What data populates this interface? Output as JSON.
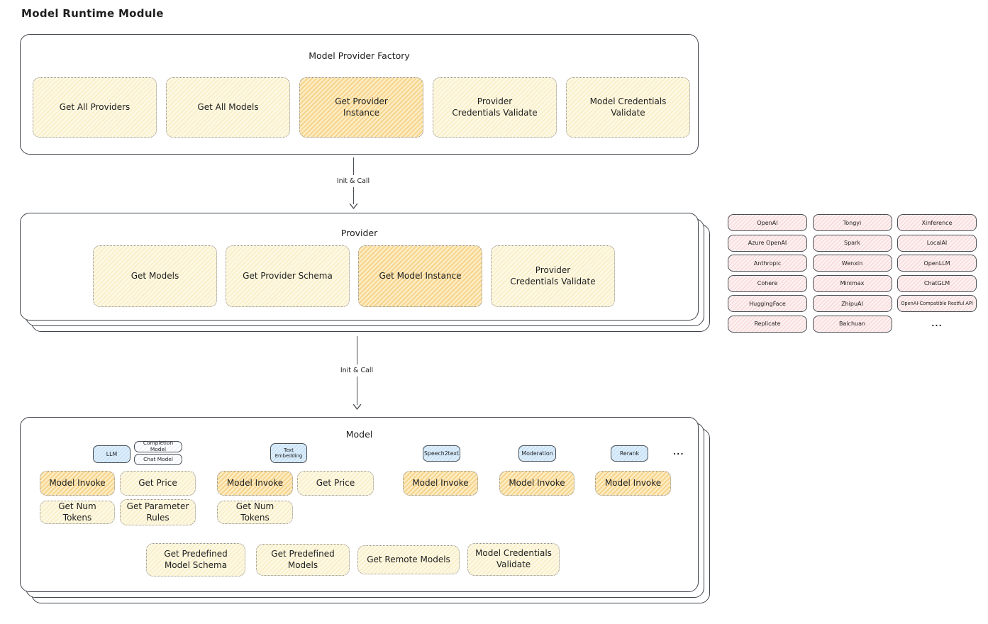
{
  "title": "Model Runtime Module",
  "flow": {
    "arrow1_label": "Init & Call",
    "arrow2_label": "Init & Call"
  },
  "factory": {
    "title": "Model Provider Factory",
    "buttons": [
      "Get All Providers",
      "Get All Models",
      "Get Provider Instance",
      "Provider Credentials Validate",
      "Model Credentials Validate"
    ],
    "highlighted_button": "Get Provider Instance"
  },
  "provider": {
    "title": "Provider",
    "buttons": [
      "Get Models",
      "Get Provider Schema",
      "Get Model Instance",
      "Provider Credentials Validate"
    ],
    "highlighted_button": "Get Model Instance"
  },
  "providers_panel": {
    "items": [
      "OpenAI",
      "Tongyi",
      "Xinference",
      "Azure OpenAI",
      "Spark",
      "LocalAI",
      "Anthropic",
      "Wenxin",
      "OpenLLM",
      "Cohere",
      "Minimax",
      "ChatGLM",
      "HuggingFace",
      "ZhipuAI",
      "OpenAI-Compatible Restful API",
      "Replicate",
      "Baichuan"
    ],
    "more": "..."
  },
  "model": {
    "title": "Model",
    "groups": [
      {
        "tag": "LLM",
        "subtags": [
          "Completion Model",
          "Chat Model"
        ],
        "buttons": [
          "Model Invoke",
          "Get Price",
          "Get Num Tokens",
          "Get Parameter Rules"
        ]
      },
      {
        "tag": "Text Embedding",
        "buttons": [
          "Model Invoke",
          "Get Price",
          "Get Num Tokens"
        ]
      },
      {
        "tag": "Speech2text",
        "buttons": [
          "Model Invoke"
        ]
      },
      {
        "tag": "Moderation",
        "buttons": [
          "Model Invoke"
        ]
      },
      {
        "tag": "Rerank",
        "buttons": [
          "Model Invoke"
        ]
      }
    ],
    "more": "...",
    "bottom_buttons": [
      "Get Predefined Model Schema",
      "Get Predefined Models",
      "Get Remote Models",
      "Model Credentials Validate"
    ],
    "highlighted_button": "Model Invoke"
  },
  "colors": {
    "box_fill_yellow": "#fdf7e0",
    "box_fill_orange": "#f9e3ae",
    "panel_fill_pink": "#fbe8e9",
    "tag_fill_blue": "#d5e9f9",
    "stroke_dark": "#40454c",
    "stroke_dotted": "#8f8f8f",
    "text": "#1e1e1e"
  }
}
